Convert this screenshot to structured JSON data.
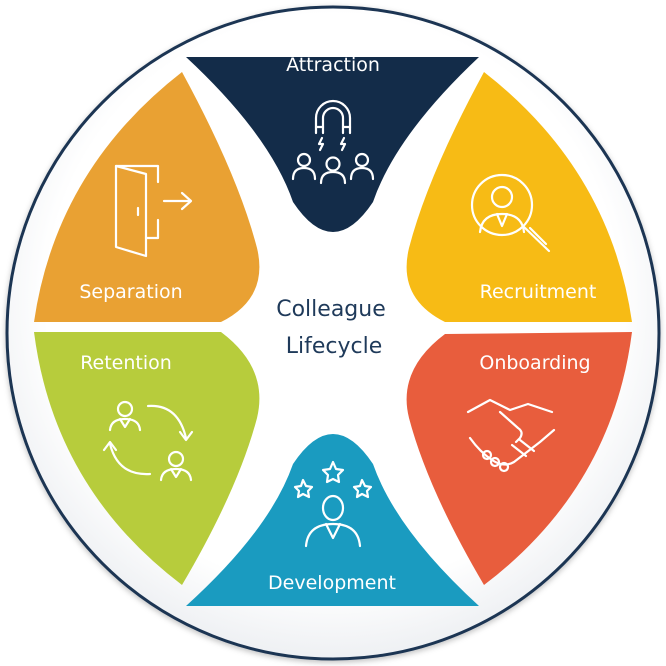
{
  "center": {
    "line1": "Colleague",
    "line2": "Lifecycle"
  },
  "stages": [
    {
      "label": "Attraction",
      "color": "#132c49",
      "icon": "magnet-people-icon"
    },
    {
      "label": "Recruitment",
      "color": "#f7bb15",
      "icon": "magnifier-person-icon"
    },
    {
      "label": "Onboarding",
      "color": "#e85d3d",
      "icon": "handshake-icon"
    },
    {
      "label": "Development",
      "color": "#1a9bc0",
      "icon": "person-stars-icon"
    },
    {
      "label": "Retention",
      "color": "#b7cc3c",
      "icon": "people-cycle-icon"
    },
    {
      "label": "Separation",
      "color": "#e9a133",
      "icon": "exit-door-icon"
    }
  ],
  "colors": {
    "ring": "#1b3453",
    "background": "#ffffff",
    "center_text": "#1f3a5a"
  }
}
